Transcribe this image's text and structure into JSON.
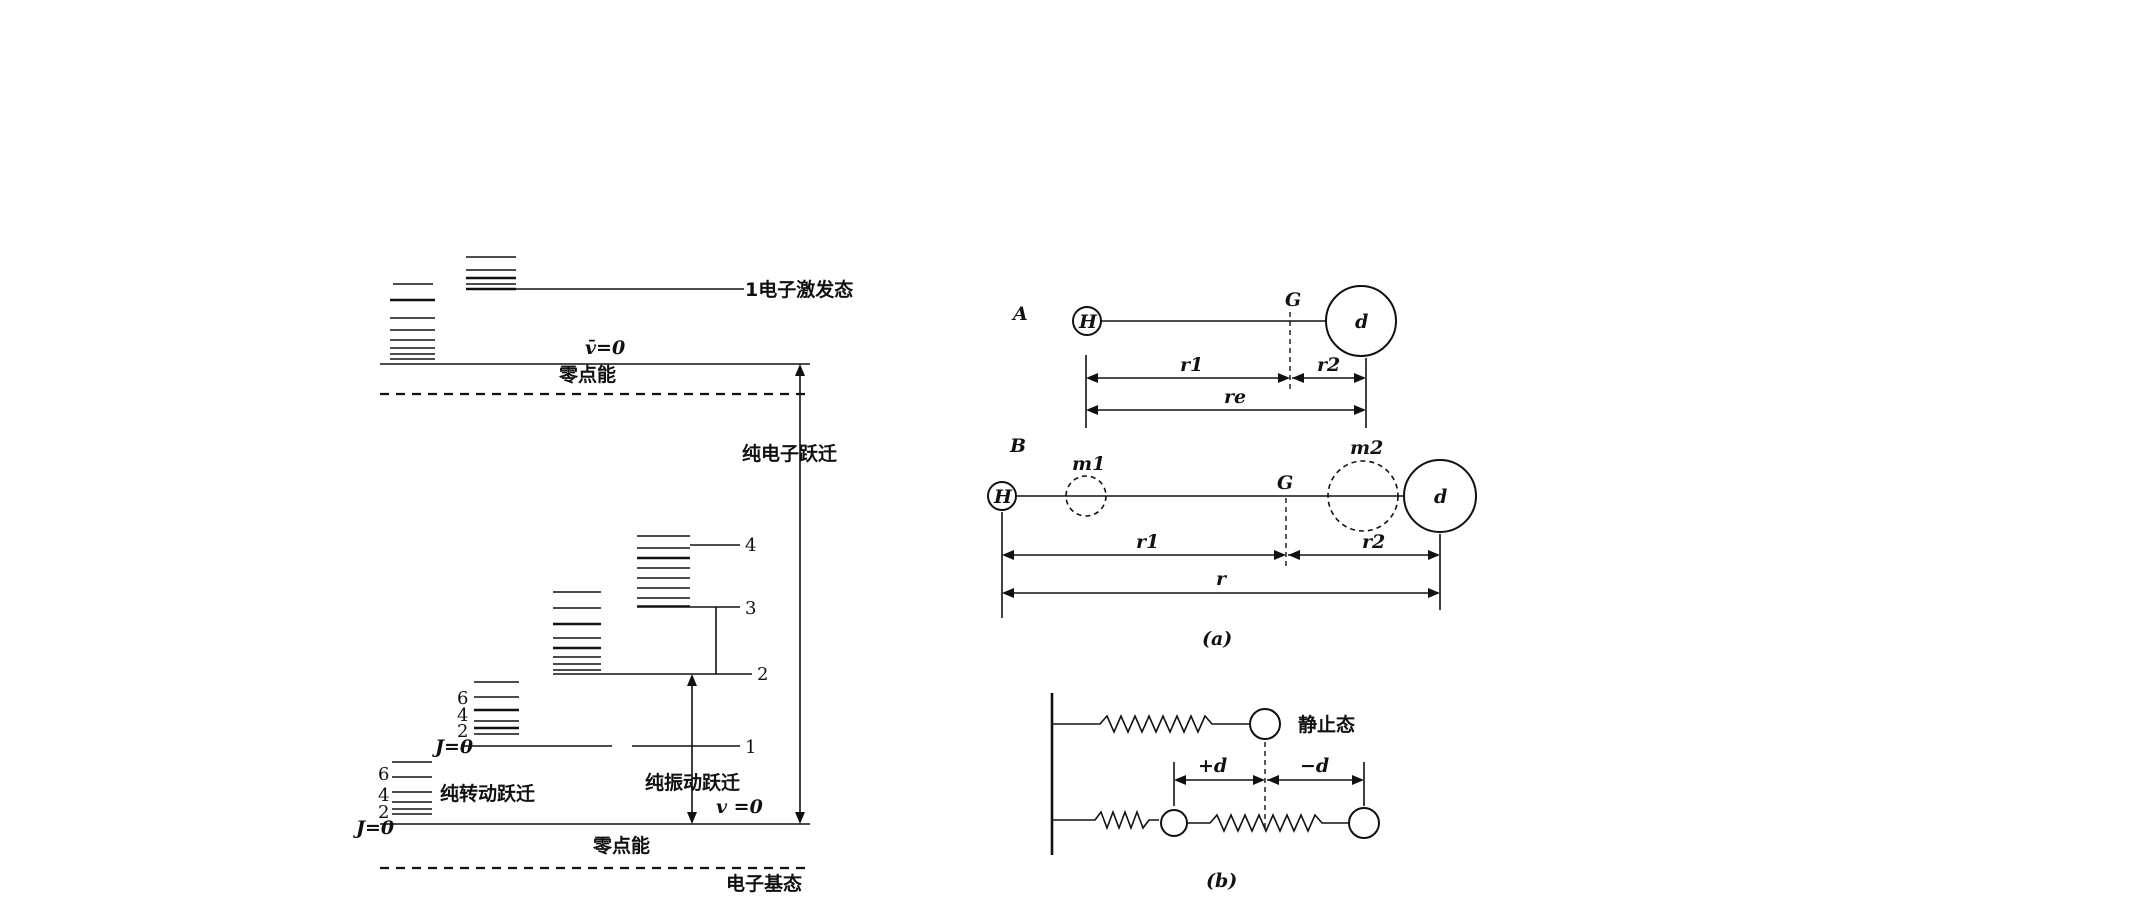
{
  "energy_diagram": {
    "excited_state_label": "1电子激发态",
    "vbar_zero_label": "v̄=0",
    "upper_zero_point_label": "零点能",
    "pure_electronic_label": "纯电子跃迁",
    "vib_levels": [
      "4",
      "3",
      "2",
      "1"
    ],
    "rot_levels_upper": [
      "6",
      "4",
      "2",
      "J=0"
    ],
    "rot_levels_lower": [
      "6",
      "4",
      "2",
      "J=0"
    ],
    "pure_rotation_label": "纯转动跃迁",
    "pure_vibration_label": "纯振动跃迁",
    "v_zero_label": "v =0",
    "lower_zero_point_label": "零点能",
    "ground_state_label": "电子基态"
  },
  "molecule_diagram": {
    "A": {
      "label": "A",
      "atom1": "H",
      "atom2": "d",
      "center": "G",
      "r1": "r1",
      "r2": "r2",
      "total": "re"
    },
    "B": {
      "label": "B",
      "atom1": "H",
      "atom2": "d",
      "center": "G",
      "m1": "m1",
      "m2": "m2",
      "r1": "r1",
      "r2": "r2",
      "total": "r"
    },
    "caption": "(a)"
  },
  "spring_diagram": {
    "rest_label": "静止态",
    "plus_d": "+d",
    "minus_d": "−d",
    "caption": "(b)"
  }
}
